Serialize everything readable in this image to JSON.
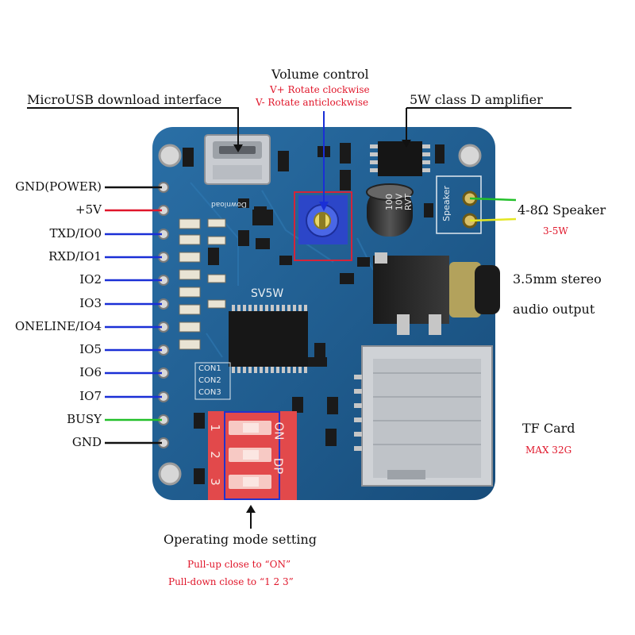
{
  "labels": {
    "volume_title": "Volume control",
    "volume_cw": "V+ Rotate clockwise",
    "volume_ccw": "V- Rotate anticlockwise",
    "microusb": "MicroUSB download interface",
    "amplifier": "5W class D amplifier",
    "speaker": "4-8Ω  Speaker",
    "speaker_power": "3-5W",
    "stereo_line1": "3.5mm stereo",
    "stereo_line2": "audio output",
    "tf_card": "TF Card",
    "tf_max": "MAX 32G",
    "op_mode": "Operating mode setting",
    "pull_up": "Pull-up close to “ON”",
    "pull_down": "Pull-down close to “1 2 3”"
  },
  "pins": [
    {
      "label": "GND(POWER)",
      "color": "#111111"
    },
    {
      "label": "+5V",
      "color": "#e0162a"
    },
    {
      "label": "TXD/IO0",
      "color": "#1a2fd6"
    },
    {
      "label": "RXD/IO1",
      "color": "#1a2fd6"
    },
    {
      "label": "IO2",
      "color": "#1a2fd6"
    },
    {
      "label": "IO3",
      "color": "#1a2fd6"
    },
    {
      "label": "ONELINE/IO4",
      "color": "#1a2fd6"
    },
    {
      "label": "IO5",
      "color": "#1a2fd6"
    },
    {
      "label": "IO6",
      "color": "#1a2fd6"
    },
    {
      "label": "IO7",
      "color": "#1a2fd6"
    },
    {
      "label": "BUSY",
      "color": "#22c02a"
    },
    {
      "label": "GND",
      "color": "#111111"
    }
  ],
  "board": {
    "model": "SV5W",
    "usb_silk": "Download",
    "cap_line1": "100",
    "cap_line2": "10V",
    "cap_line3": "RVT",
    "speaker_silk": "Speaker",
    "con1": "CON1",
    "con2": "CON2",
    "con3": "CON3",
    "switch_on": "ON",
    "switch_dp": "DP",
    "switch_nums": [
      "1",
      "2",
      "3"
    ]
  },
  "colors": {
    "pcb": "#1d5b8f",
    "pcb_dark": "#123f66",
    "dip": "#e2494b",
    "speaker_wire_1": "#22c02a",
    "speaker_wire_2": "#e4e622",
    "highlight_box": "#d4243a",
    "dip_box": "#2233cc"
  }
}
